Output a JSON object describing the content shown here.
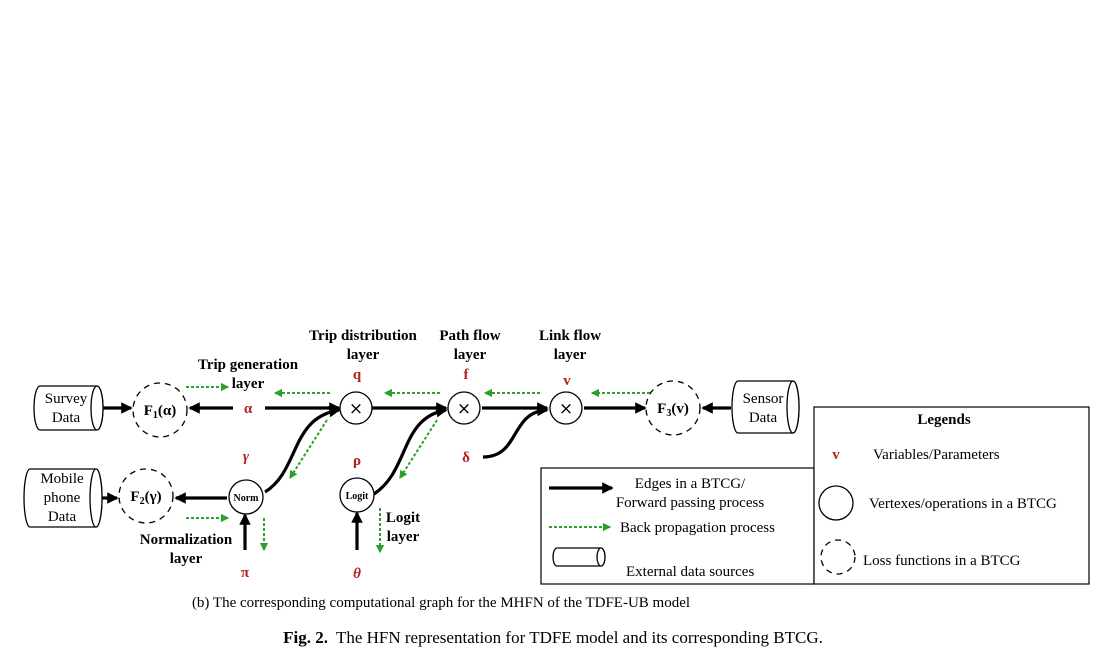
{
  "layers": {
    "trip_generation": [
      "Trip generation",
      "layer"
    ],
    "trip_distribution": [
      "Trip distribution",
      "layer"
    ],
    "path_flow": [
      "Path flow",
      "layer"
    ],
    "link_flow": [
      "Link flow",
      "layer"
    ],
    "normalization": [
      "Normalization",
      "layer"
    ],
    "logit": [
      "Logit",
      "layer"
    ]
  },
  "variables": {
    "alpha": "α",
    "gamma": "γ",
    "pi": "π",
    "q": "q",
    "rho": "ρ",
    "theta": "θ",
    "f": "f",
    "delta": "δ",
    "v": "v"
  },
  "data_sources": {
    "survey": [
      "Survey",
      "Data"
    ],
    "mobile": [
      "Mobile",
      "phone",
      "Data"
    ],
    "sensor": [
      "Sensor",
      "Data"
    ]
  },
  "loss_functions": {
    "f1": {
      "name": "F",
      "sub": "1",
      "arg": "(α)"
    },
    "f2": {
      "name": "F",
      "sub": "2",
      "arg": "(γ)"
    },
    "f3": {
      "name": "F",
      "sub": "3",
      "arg": "(v)"
    }
  },
  "operations": {
    "multiply": "×",
    "norm": "Norm",
    "logit": "Logit"
  },
  "legend": {
    "title": "Legends",
    "variable_symbol": "v",
    "variables_label": "Variables/Parameters",
    "edges_label": [
      "Edges in a BTCG/",
      "Forward passing process"
    ],
    "vertexes_label": "Vertexes/operations in a BTCG",
    "backprop_label": "Back propagation process",
    "loss_label": "Loss functions in a BTCG",
    "external_label": "External data sources"
  },
  "captions": {
    "sub": "(b) The corresponding computational graph for the MHFN of the TDFE-UB model",
    "fig_label": "Fig. 2.",
    "fig_text": "The HFN representation for TDFE model and its corresponding BTCG."
  },
  "colors": {
    "variable": "#b22222",
    "backprop": "#2ca02c",
    "forward": "#000000"
  }
}
